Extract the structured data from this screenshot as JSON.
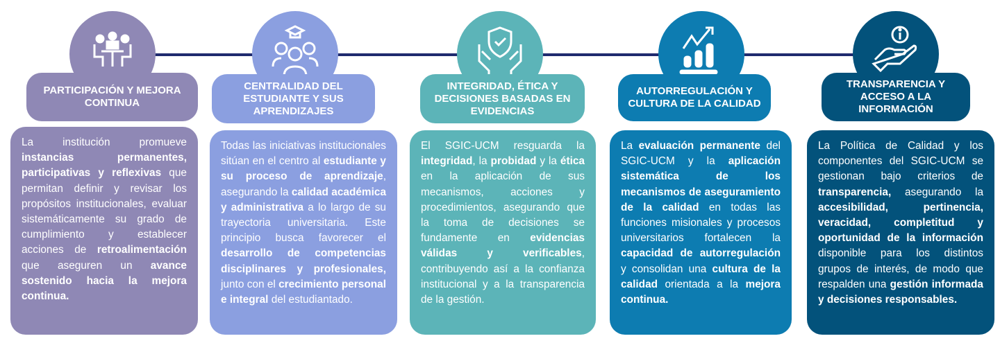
{
  "colors": {
    "line": "#1f2a6e"
  },
  "principles": [
    {
      "title": "PARTICIPACIÓN Y MEJORA CONTINUA",
      "icon": "meeting-icon",
      "color": "#8f88b5",
      "body": [
        {
          "t": "La institución promueve "
        },
        {
          "t": "instancias permanentes, participativas y reflexivas",
          "b": true
        },
        {
          "t": " que permitan definir y revisar los propósitos institucionales, evaluar sistemáticamente su grado de cumplimiento y establecer acciones de "
        },
        {
          "t": "retroalimentación",
          "b": true
        },
        {
          "t": " que aseguren un "
        },
        {
          "t": "avance sostenido hacia la mejora continua.",
          "b": true
        }
      ]
    },
    {
      "title": "CENTRALIDAD DEL ESTUDIANTE Y SUS APRENDIZAJES",
      "icon": "students-icon",
      "color": "#8b9fe0",
      "body": [
        {
          "t": "Todas las iniciativas institucionales sitúan en el centro al "
        },
        {
          "t": "estudiante y su proceso de aprendizaje",
          "b": true
        },
        {
          "t": ", asegurando la "
        },
        {
          "t": "calidad académica y administrativa",
          "b": true
        },
        {
          "t": " a lo largo de su trayectoria universitaria. Este principio busca favorecer el "
        },
        {
          "t": "desarrollo de competencias disciplinares y profesionales,",
          "b": true
        },
        {
          "t": " junto con el "
        },
        {
          "t": "crecimiento personal e integral",
          "b": true
        },
        {
          "t": " del estudiantado."
        }
      ]
    },
    {
      "title": "INTEGRIDAD, ÉTICA Y DECISIONES BASADAS EN EVIDENCIAS",
      "icon": "shield-hands-icon",
      "color": "#5cb4b8",
      "body": [
        {
          "t": "El SGIC-UCM resguarda la "
        },
        {
          "t": "integridad",
          "b": true
        },
        {
          "t": ", la "
        },
        {
          "t": "probidad",
          "b": true
        },
        {
          "t": " y la "
        },
        {
          "t": "ética",
          "b": true
        },
        {
          "t": " en la aplicación de sus mecanismos, acciones y procedimientos, asegurando que la toma de decisiones se fundamente en "
        },
        {
          "t": "evidencias válidas y verificables",
          "b": true
        },
        {
          "t": ", contribuyendo así a la confianza institucional y a la transparencia de la gestión."
        }
      ]
    },
    {
      "title": "AUTORREGULACIÓN Y CULTURA DE LA CALIDAD",
      "icon": "growth-chart-icon",
      "color": "#0d7cb1",
      "body": [
        {
          "t": "La "
        },
        {
          "t": "evaluación permanente",
          "b": true
        },
        {
          "t": " del SGIC-UCM y la "
        },
        {
          "t": "aplicación sistemática de los mecanismos de aseguramiento de la calidad",
          "b": true
        },
        {
          "t": " en todas las funciones misionales y procesos universitarios fortalecen la "
        },
        {
          "t": "capacidad de autorregulación",
          "b": true
        },
        {
          "t": " y consolidan una "
        },
        {
          "t": "cultura de la calidad",
          "b": true
        },
        {
          "t": " orientada a la "
        },
        {
          "t": "mejora continua.",
          "b": true
        }
      ]
    },
    {
      "title": "TRANSPARENCIA Y ACCESO A LA INFORMACIÓN",
      "icon": "info-hand-icon",
      "color": "#03527b",
      "body": [
        {
          "t": "La Política de Calidad y los componentes del SGIC-UCM se gestionan bajo criterios de "
        },
        {
          "t": "transparencia,",
          "b": true
        },
        {
          "t": " asegurando la "
        },
        {
          "t": "accesibilidad, pertinencia, veracidad, completitud y oportunidad de la información",
          "b": true
        },
        {
          "t": " disponible para los distintos grupos de interés, de modo que respalden una "
        },
        {
          "t": "gestión informada y decisiones responsables.",
          "b": true
        }
      ]
    }
  ]
}
